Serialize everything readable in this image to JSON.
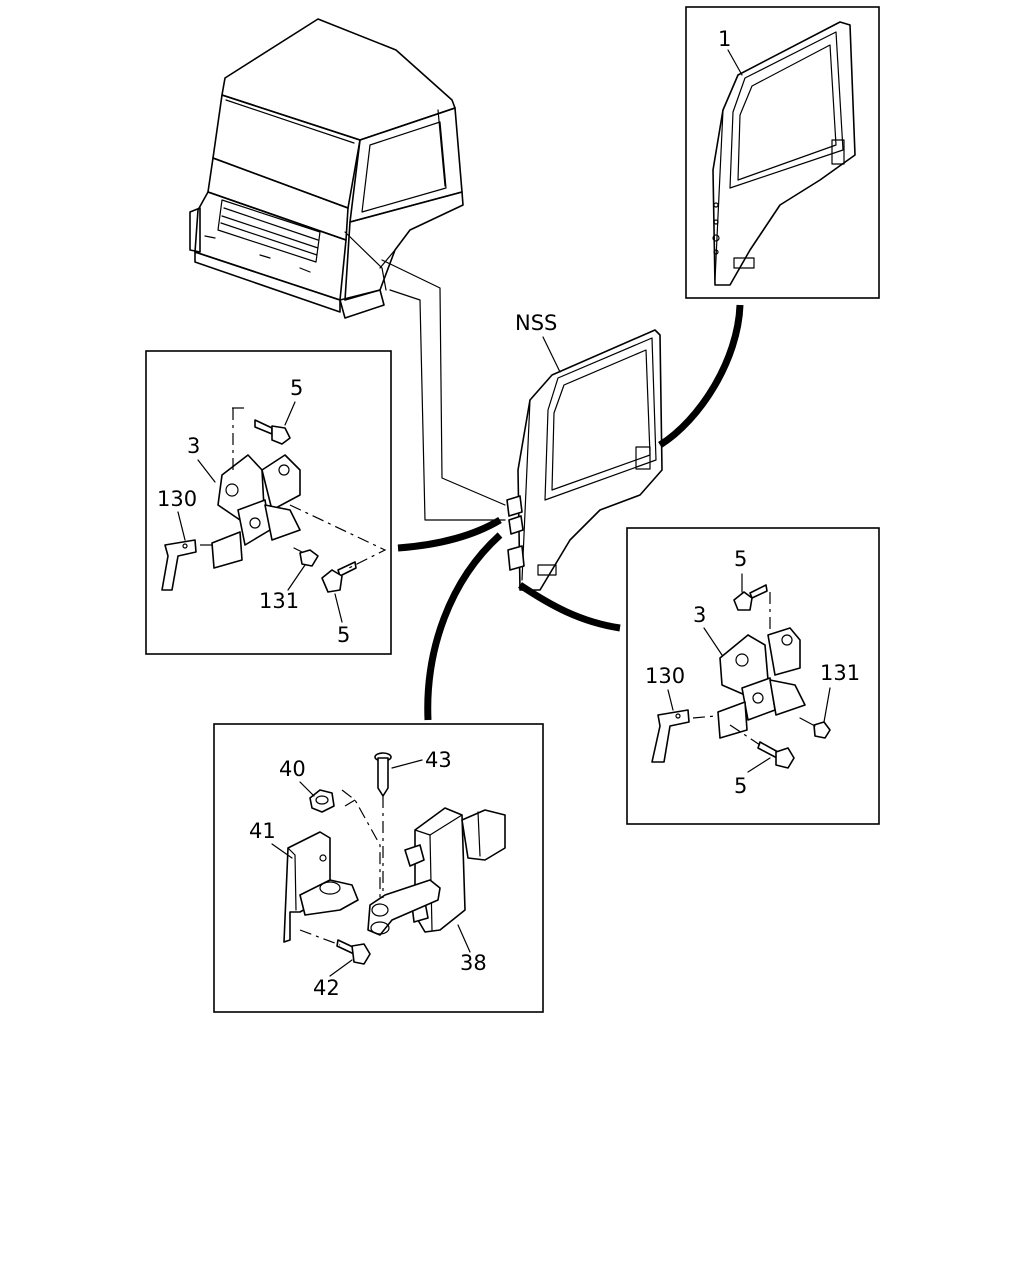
{
  "labels": {
    "door_main": "NSS",
    "door_inset": "1",
    "hinge_upper_bolt_top": "5",
    "hinge_upper_bracket": "3",
    "hinge_upper_shim": "130",
    "hinge_upper_screw": "131",
    "hinge_upper_bolt_bottom": "5",
    "hinge_lower_bolt_top": "5",
    "hinge_lower_bracket": "3",
    "hinge_lower_shim": "130",
    "hinge_lower_screw": "131",
    "hinge_lower_bolt_bottom": "5",
    "checker_nut": "40",
    "checker_pin": "43",
    "checker_bracket": "41",
    "checker_bolt": "42",
    "checker_body": "38"
  },
  "icons": {
    "cab": "truck-cab-drawing",
    "door": "door-panel-drawing",
    "hinge": "hinge-drawing",
    "checker": "door-checker-drawing"
  }
}
